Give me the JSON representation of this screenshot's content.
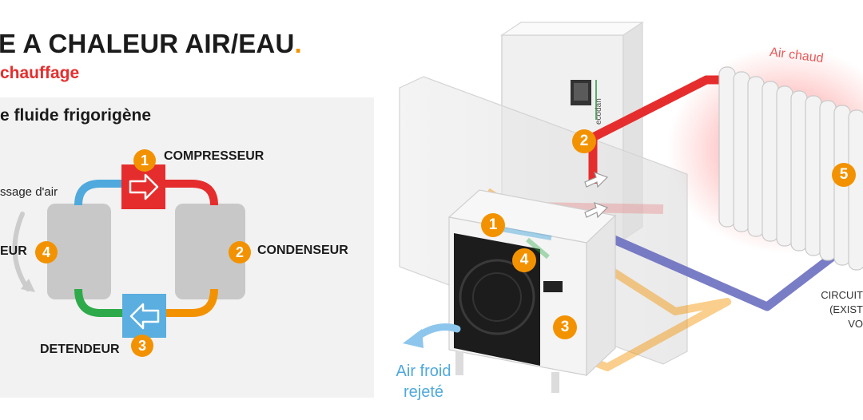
{
  "header": {
    "title": "E A CHALEUR AIR/EAU",
    "title_dot": ".",
    "subtitle": "chauffage"
  },
  "cycle_panel": {
    "title": "e fluide frigorigène",
    "air_passage": "ssage d'air",
    "components": [
      {
        "num": "1",
        "label": "COMPRESSEUR"
      },
      {
        "num": "2",
        "label": "CONDENSEUR"
      },
      {
        "num": "3",
        "label": "DETENDEUR"
      },
      {
        "num": "4",
        "label": "EUR"
      }
    ]
  },
  "installation": {
    "air_hot": "Air chaud",
    "air_cold": "Air froid rejeté",
    "brand_label": "ecodan",
    "circuit_lines": [
      "CIRCUIT",
      "(EXIST",
      "VO"
    ],
    "badges": [
      "1",
      "2",
      "3",
      "4",
      "5"
    ]
  },
  "colors": {
    "accent_orange": "#f39200",
    "hot_red": "#e62d2d",
    "cold_blue": "#4fa9dc",
    "green": "#2eaa4a",
    "return_purple": "#6a6fc0"
  }
}
